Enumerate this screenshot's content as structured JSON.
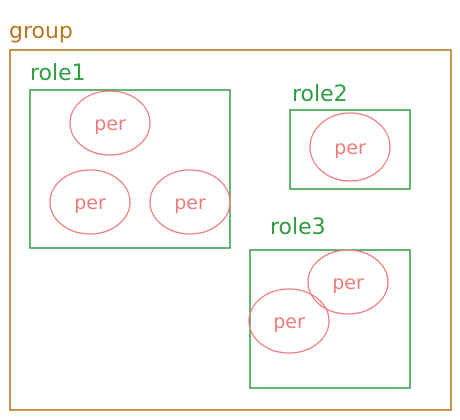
{
  "group": {
    "label": "group",
    "color": "#b7791f"
  },
  "roles": [
    {
      "label": "role1",
      "members": [
        "per",
        "per",
        "per"
      ]
    },
    {
      "label": "role2",
      "members": [
        "per"
      ]
    },
    {
      "label": "role3",
      "members": [
        "per",
        "per"
      ]
    }
  ],
  "colors": {
    "role": "#2f9e44",
    "per": "#ef7a7a"
  }
}
